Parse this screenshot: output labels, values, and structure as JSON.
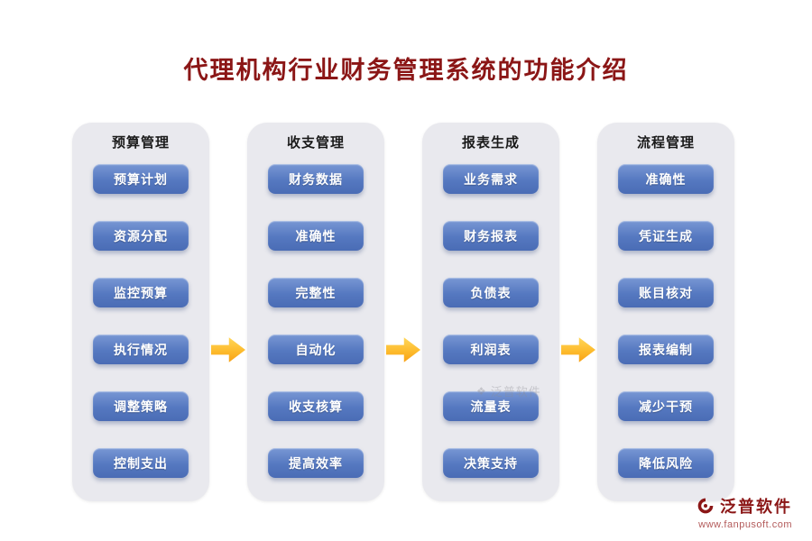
{
  "title": "代理机构行业财务管理系统的功能介绍",
  "columns": [
    {
      "header": "预算管理",
      "items": [
        "预算计划",
        "资源分配",
        "监控预算",
        "执行情况",
        "调整策略",
        "控制支出"
      ]
    },
    {
      "header": "收支管理",
      "items": [
        "财务数据",
        "准确性",
        "完整性",
        "自动化",
        "收支核算",
        "提高效率"
      ]
    },
    {
      "header": "报表生成",
      "items": [
        "业务需求",
        "财务报表",
        "负债表",
        "利润表",
        "流量表",
        "决策支持"
      ]
    },
    {
      "header": "流程管理",
      "items": [
        "准确性",
        "凭证生成",
        "账目核对",
        "报表编制",
        "减少干预",
        "降低风险"
      ]
    }
  ],
  "watermark": "泛普软件",
  "footer": {
    "brand": "泛普软件",
    "website": "www.fanpusoft.com"
  },
  "colors": {
    "title_red": "#8b1616",
    "pill_blue": "#5578c0",
    "panel_gray": "#e9e9ee",
    "arrow_gold": "#f79f13",
    "background": "#ffffff"
  }
}
